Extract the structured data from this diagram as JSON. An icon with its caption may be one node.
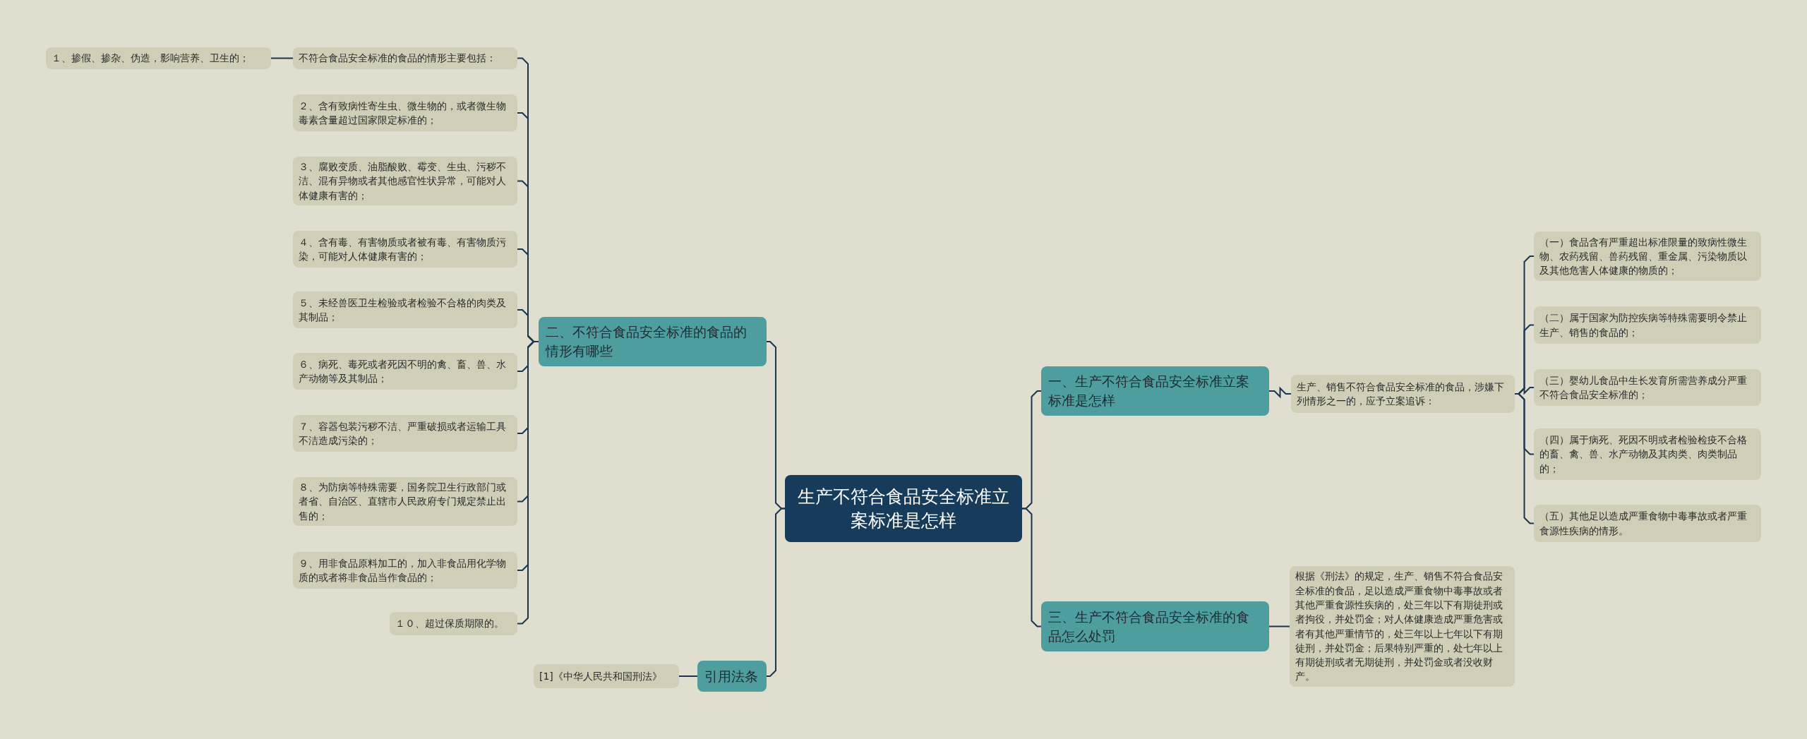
{
  "diagram": {
    "nodes": [
      {
        "text": [
          "生产不符合食品安全标准立案标准是怎样"
        ]
      },
      {
        "text": [
          "一、生产不符合食品安全标准立案标准是怎样"
        ]
      },
      {
        "text": [
          "生产、销售不符合食品安全标准的食品，涉嫌下列情形之一的，应予立案追诉："
        ]
      },
      {
        "text": [
          "（一）食品含有严重超出标准限量的致病性微生物、农药残留、兽药残留、重金属、污染物质以及其他危害人体健康的物质的；"
        ]
      },
      {
        "text": [
          "（二）属于国家为防控疾病等特殊需要明令禁止生产、销售的食品的；"
        ]
      },
      {
        "text": [
          "（三）婴幼儿食品中生长发育所需营养成分严重不符合食品安全标准的；"
        ]
      },
      {
        "text": [
          "（四）属于病死、死因不明或者检验检疫不合格的畜、禽、兽、水产动物及其肉类、肉类制品的；"
        ]
      },
      {
        "text": [
          "（五）其他足以造成严重食物中毒事故或者严重食源性疾病的情形。"
        ]
      },
      {
        "text": [
          "三、生产不符合食品安全标准的食品怎么处罚"
        ]
      },
      {
        "text": [
          "根据《刑法》的规定，生产、销售不符合食品安全标准的食品，足以造成严重食物中毒事故或者其他严重食源性疾病的，处三年以下有期徒刑或者拘役，并处罚金；对人体健康造成严重危害或者有其他严重情节的，处三年以上七年以下有期徒刑，并处罚金；后果特别严重的，处七年以上有期徒刑或者无期徒刑，并处罚金或者没收财产。"
        ]
      },
      {
        "text": [
          "二、不符合食品安全标准的食品的情形有哪些"
        ]
      },
      {
        "text": [
          "不符合食品安全标准的食品的情形主要包括："
        ]
      },
      {
        "text": [
          "１、掺假、掺杂、伪造，影响营养、卫生的；"
        ]
      },
      {
        "text": [
          "２、含有致病性寄生虫、微生物的，或者微生物毒素含量超过国家限定标准的；"
        ]
      },
      {
        "text": [
          "３、腐败变质、油脂酸败、霉变、生虫、污秽不洁、混有异物或者其他感官性状异常，可能对人体健康有害的；"
        ]
      },
      {
        "text": [
          "４、含有毒、有害物质或者被有毒、有害物质污染，可能对人体健康有害的；"
        ]
      },
      {
        "text": [
          "５、未经兽医卫生检验或者检验不合格的肉类及其制品；"
        ]
      },
      {
        "text": [
          "６、病死、毒死或者死因不明的禽、畜、兽、水产动物等及其制品；"
        ]
      },
      {
        "text": [
          "７、容器包装污秽不洁、严重破损或者运输工具不洁造成污染的；"
        ]
      },
      {
        "text": [
          "８、为防病等特殊需要，国务院卫生行政部门或者省、自治区、直辖市人民政府专门规定禁止出售的；"
        ]
      },
      {
        "text": [
          "９、用非食品原料加工的，加入非食品用化学物质的或者将非食品当作食品的；"
        ]
      },
      {
        "text": [
          "１０、超过保质期限的。"
        ]
      },
      {
        "text": [
          "引用法条"
        ]
      },
      {
        "text": [
          "[1]《中华人民共和国刑法》"
        ]
      }
    ],
    "edges": [
      {
        "from": 0,
        "to": 1,
        "arrow": "none"
      },
      {
        "from": 1,
        "to": 2,
        "arrow": "none"
      },
      {
        "from": 2,
        "to": 3,
        "arrow": "none"
      },
      {
        "from": 2,
        "to": 4,
        "arrow": "none"
      },
      {
        "from": 2,
        "to": 5,
        "arrow": "none"
      },
      {
        "from": 2,
        "to": 6,
        "arrow": "none"
      },
      {
        "from": 2,
        "to": 7,
        "arrow": "none"
      },
      {
        "from": 0,
        "to": 8,
        "arrow": "none"
      },
      {
        "from": 8,
        "to": 9,
        "arrow": "none"
      },
      {
        "from": 0,
        "to": 10,
        "arrow": "none"
      },
      {
        "from": 10,
        "to": 11,
        "arrow": "none"
      },
      {
        "from": 11,
        "to": 12,
        "arrow": "none"
      },
      {
        "from": 10,
        "to": 13,
        "arrow": "none"
      },
      {
        "from": 10,
        "to": 14,
        "arrow": "none"
      },
      {
        "from": 10,
        "to": 15,
        "arrow": "none"
      },
      {
        "from": 10,
        "to": 16,
        "arrow": "none"
      },
      {
        "from": 10,
        "to": 17,
        "arrow": "none"
      },
      {
        "from": 10,
        "to": 18,
        "arrow": "none"
      },
      {
        "from": 10,
        "to": 19,
        "arrow": "none"
      },
      {
        "from": 10,
        "to": 20,
        "arrow": "none"
      },
      {
        "from": 10,
        "to": 21,
        "arrow": "none"
      },
      {
        "from": 0,
        "to": 22,
        "arrow": "none"
      },
      {
        "from": 22,
        "to": 23,
        "arrow": "none"
      }
    ]
  }
}
